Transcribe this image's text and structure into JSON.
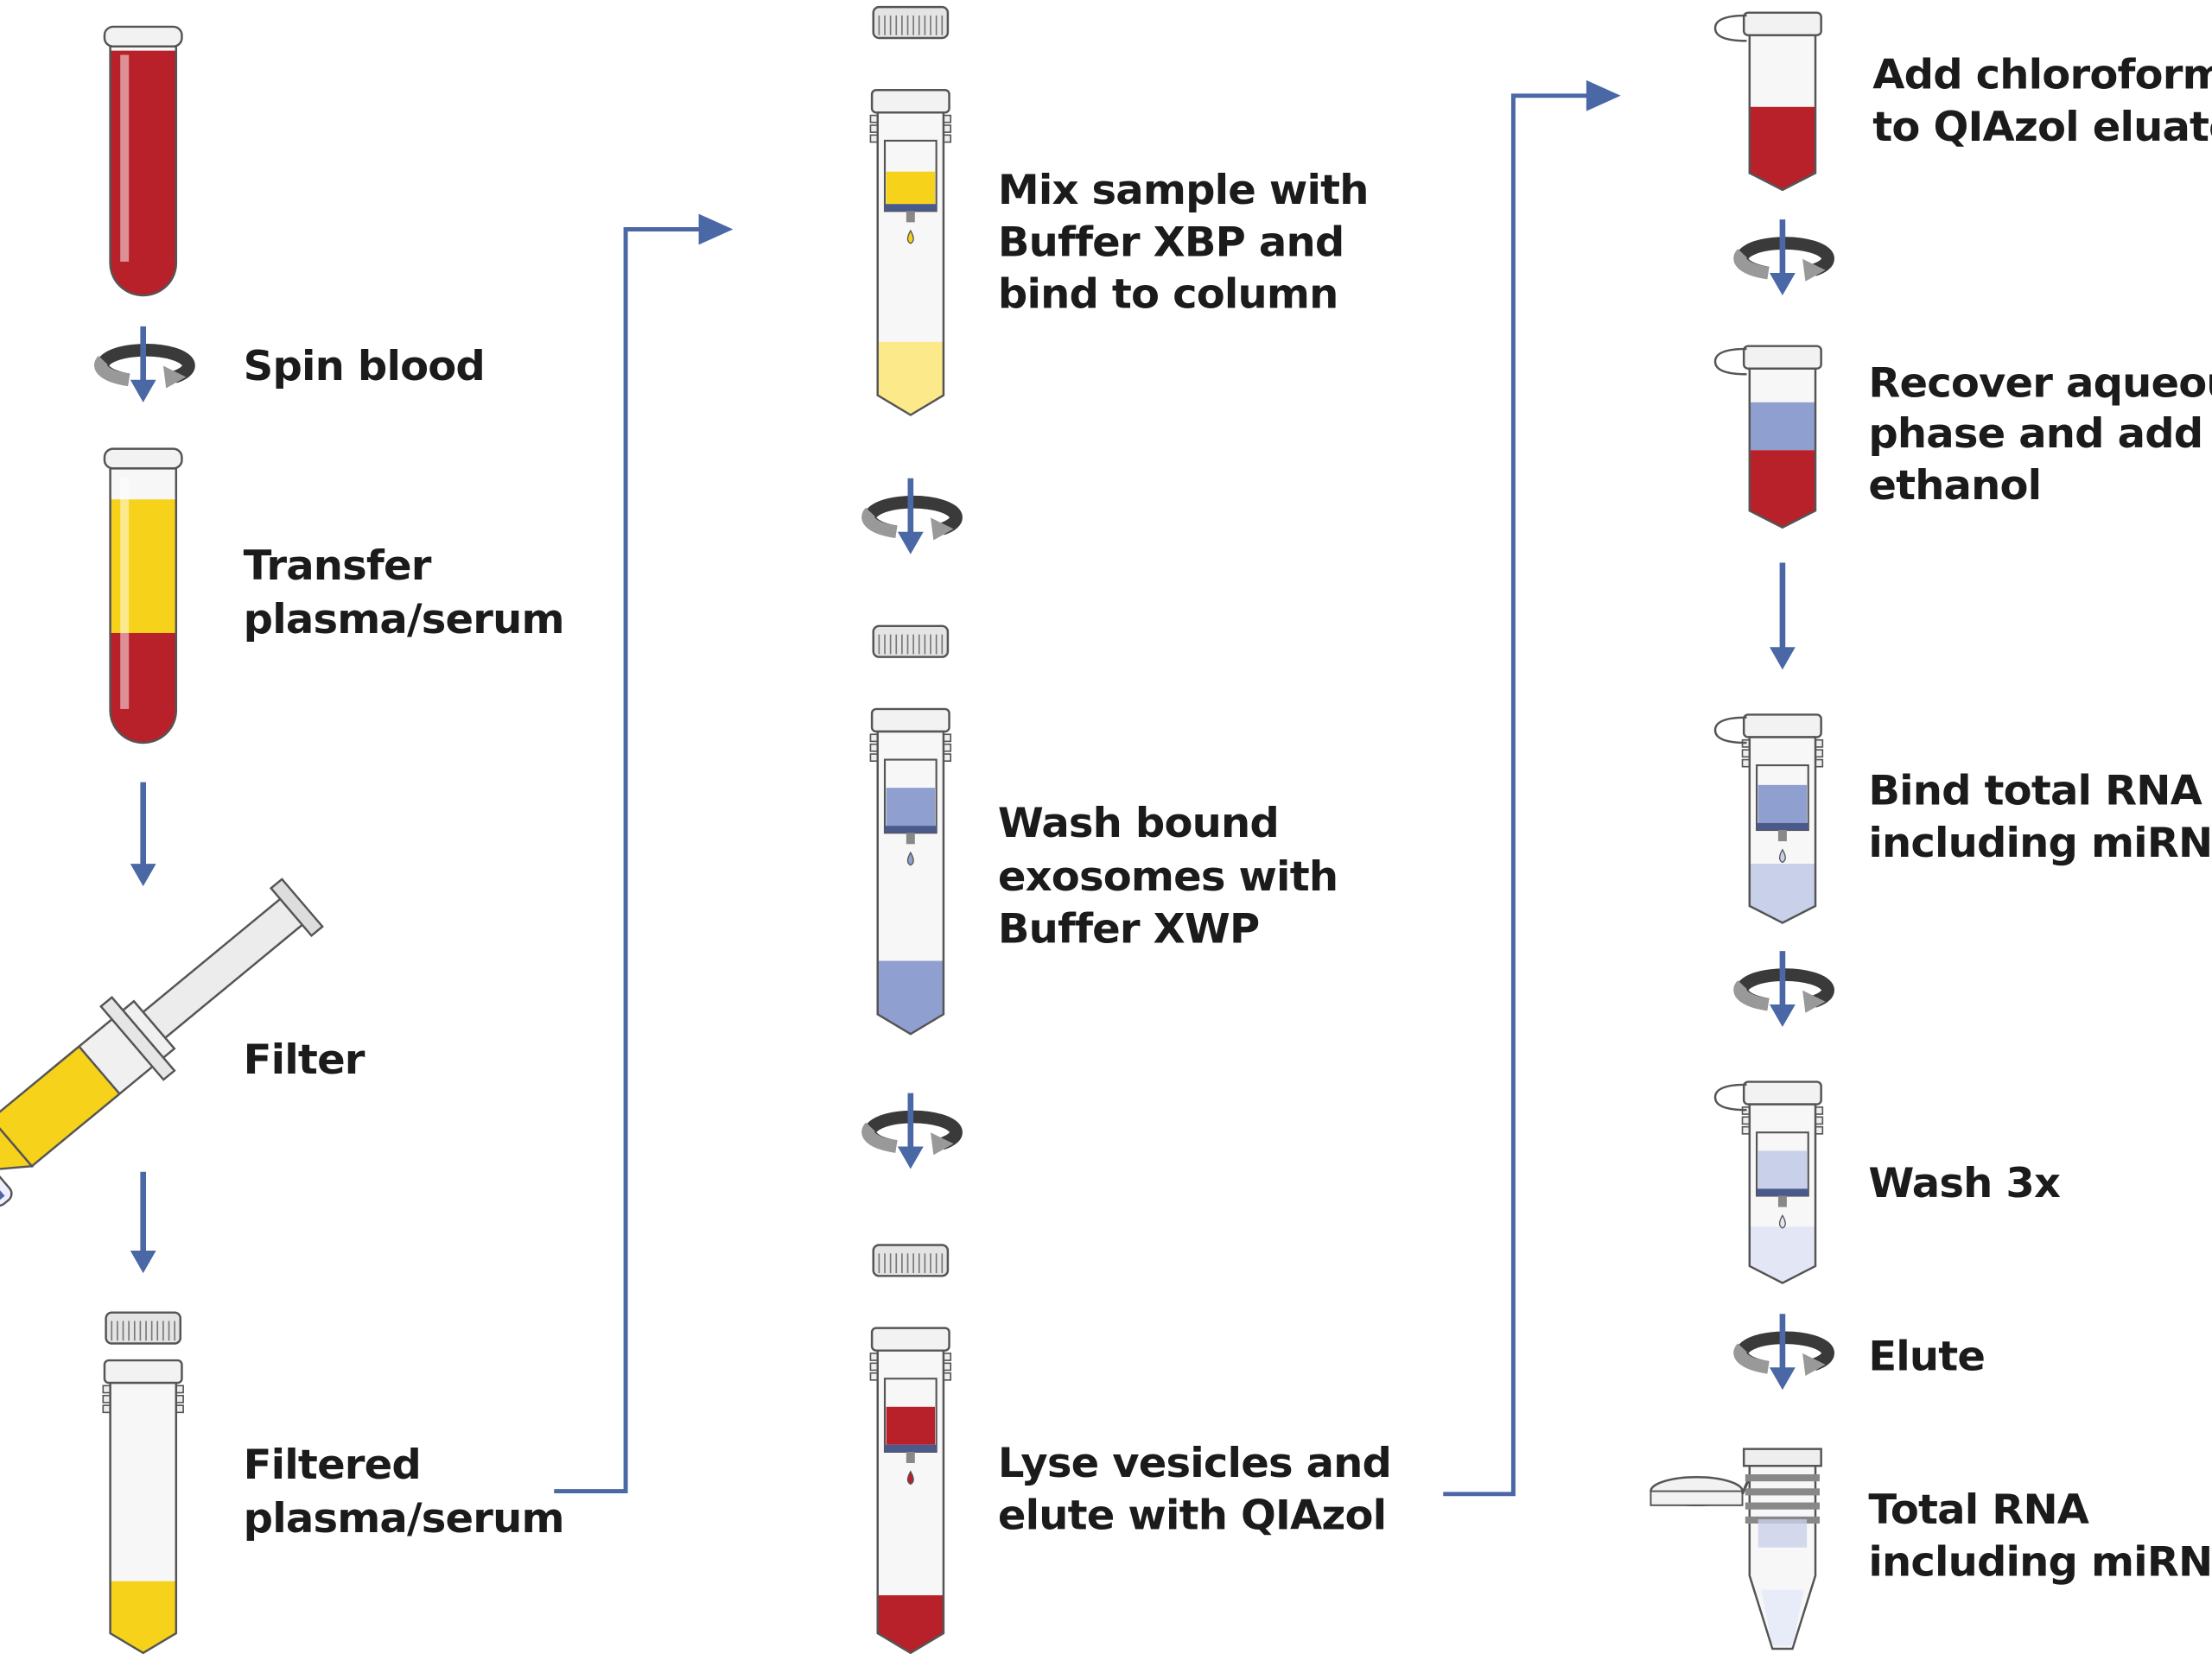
{
  "colors": {
    "arrow": "#4a67a6",
    "blood": "#b8202a",
    "plasma": "#f7d21a",
    "plasma_light": "#fbe98a",
    "buffer_blue": "#8f9fcf",
    "buffer_light": "#c9d0ea",
    "outline": "#555555"
  },
  "column1": {
    "steps": [
      {
        "lines": [
          "Spin blood"
        ],
        "icon": "spin-icon"
      },
      {
        "lines": [
          "Transfer",
          "plasma/serum"
        ]
      },
      {
        "lines": [
          "Filter"
        ],
        "icon": "syringe-filter-icon"
      },
      {
        "lines": [
          "Filtered",
          "plasma/serum"
        ]
      }
    ]
  },
  "column2": {
    "steps": [
      {
        "lines": [
          "Mix sample with",
          "Buffer XBP and",
          "bind to column"
        ]
      },
      {
        "lines": [
          "Wash bound",
          "exosomes with",
          "Buffer XWP"
        ]
      },
      {
        "lines": [
          "Lyse vesicles and",
          "elute with QIAzol"
        ]
      }
    ]
  },
  "column3": {
    "steps": [
      {
        "lines": [
          "Add chloroform",
          "to QIAzol eluate"
        ]
      },
      {
        "lines": [
          "Recover aqueous",
          "phase and add",
          "ethanol"
        ]
      },
      {
        "lines": [
          "Bind total RNA",
          "including miRNAs"
        ]
      },
      {
        "lines": [
          "Wash 3x"
        ]
      },
      {
        "lines": [
          "Elute"
        ]
      },
      {
        "lines": [
          "Total RNA",
          "including miRNAs"
        ]
      }
    ]
  }
}
